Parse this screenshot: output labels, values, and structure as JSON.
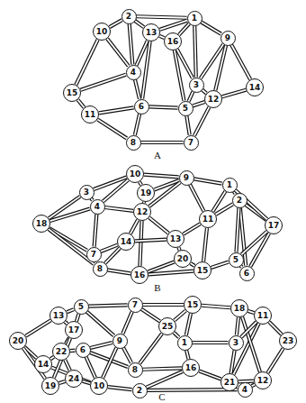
{
  "diagram": {
    "nodes": [
      {
        "text": [
          "1"
        ]
      },
      {
        "text": [
          "2"
        ]
      },
      {
        "text": [
          "3"
        ]
      },
      {
        "text": [
          "4"
        ]
      },
      {
        "text": [
          "5"
        ]
      },
      {
        "text": [
          "6"
        ]
      },
      {
        "text": [
          "7"
        ]
      },
      {
        "text": [
          "8"
        ]
      },
      {
        "text": [
          "9"
        ]
      },
      {
        "text": [
          "10"
        ]
      },
      {
        "text": [
          "11"
        ]
      },
      {
        "text": [
          "12"
        ]
      },
      {
        "text": [
          "13"
        ]
      },
      {
        "text": [
          "14"
        ]
      },
      {
        "text": [
          "15"
        ]
      },
      {
        "text": [
          "16"
        ]
      },
      {
        "text": [
          "1"
        ]
      },
      {
        "text": [
          "2"
        ]
      },
      {
        "text": [
          "3"
        ]
      },
      {
        "text": [
          "4"
        ]
      },
      {
        "text": [
          "5"
        ]
      },
      {
        "text": [
          "6"
        ]
      },
      {
        "text": [
          "7"
        ]
      },
      {
        "text": [
          "8"
        ]
      },
      {
        "text": [
          "9"
        ]
      },
      {
        "text": [
          "10"
        ]
      },
      {
        "text": [
          "11"
        ]
      },
      {
        "text": [
          "12"
        ]
      },
      {
        "text": [
          "13"
        ]
      },
      {
        "text": [
          "14"
        ]
      },
      {
        "text": [
          "15"
        ]
      },
      {
        "text": [
          "16"
        ]
      },
      {
        "text": [
          "17"
        ]
      },
      {
        "text": [
          "18"
        ]
      },
      {
        "text": [
          "19"
        ]
      },
      {
        "text": [
          "20"
        ]
      },
      {
        "text": [
          "1"
        ]
      },
      {
        "text": [
          "2"
        ]
      },
      {
        "text": [
          "3"
        ]
      },
      {
        "text": [
          "4"
        ]
      },
      {
        "text": [
          "5"
        ]
      },
      {
        "text": [
          "6"
        ]
      },
      {
        "text": [
          "7"
        ]
      },
      {
        "text": [
          "8"
        ]
      },
      {
        "text": [
          "9"
        ]
      },
      {
        "text": [
          "10"
        ]
      },
      {
        "text": [
          "11"
        ]
      },
      {
        "text": [
          "12"
        ]
      },
      {
        "text": [
          "13"
        ]
      },
      {
        "text": [
          "14"
        ]
      },
      {
        "text": [
          "15"
        ]
      },
      {
        "text": [
          "16"
        ]
      },
      {
        "text": [
          "17"
        ]
      },
      {
        "text": [
          "18"
        ]
      },
      {
        "text": [
          "19"
        ]
      },
      {
        "text": [
          "20"
        ]
      },
      {
        "text": [
          "21"
        ]
      },
      {
        "text": [
          "22"
        ]
      },
      {
        "text": [
          "23"
        ]
      },
      {
        "text": [
          "24"
        ]
      },
      {
        "text": [
          "25"
        ]
      }
    ],
    "edges": [
      {
        "from": 1,
        "to": 0,
        "arrow": "none"
      },
      {
        "from": 1,
        "to": 9,
        "arrow": "none"
      },
      {
        "from": 1,
        "to": 3,
        "arrow": "none"
      },
      {
        "from": 1,
        "to": 12,
        "arrow": "none"
      },
      {
        "from": 0,
        "to": 12,
        "arrow": "none"
      },
      {
        "from": 0,
        "to": 15,
        "arrow": "none"
      },
      {
        "from": 0,
        "to": 8,
        "arrow": "none"
      },
      {
        "from": 0,
        "to": 2,
        "arrow": "none"
      },
      {
        "from": 8,
        "to": 2,
        "arrow": "none"
      },
      {
        "from": 8,
        "to": 13,
        "arrow": "none"
      },
      {
        "from": 8,
        "to": 11,
        "arrow": "none"
      },
      {
        "from": 13,
        "to": 11,
        "arrow": "none"
      },
      {
        "from": 11,
        "to": 2,
        "arrow": "none"
      },
      {
        "from": 11,
        "to": 4,
        "arrow": "none"
      },
      {
        "from": 11,
        "to": 6,
        "arrow": "none"
      },
      {
        "from": 2,
        "to": 4,
        "arrow": "none"
      },
      {
        "from": 2,
        "to": 15,
        "arrow": "none"
      },
      {
        "from": 4,
        "to": 6,
        "arrow": "none"
      },
      {
        "from": 4,
        "to": 5,
        "arrow": "none"
      },
      {
        "from": 5,
        "to": 7,
        "arrow": "none"
      },
      {
        "from": 5,
        "to": 3,
        "arrow": "none"
      },
      {
        "from": 3,
        "to": 12,
        "arrow": "none"
      },
      {
        "from": 3,
        "to": 9,
        "arrow": "none"
      },
      {
        "from": 9,
        "to": 14,
        "arrow": "none"
      },
      {
        "from": 14,
        "to": 10,
        "arrow": "none"
      },
      {
        "from": 10,
        "to": 7,
        "arrow": "none"
      },
      {
        "from": 10,
        "to": 5,
        "arrow": "none"
      },
      {
        "from": 14,
        "to": 3,
        "arrow": "none"
      },
      {
        "from": 7,
        "to": 6,
        "arrow": "none"
      },
      {
        "from": 12,
        "to": 15,
        "arrow": "none"
      },
      {
        "from": 12,
        "to": 5,
        "arrow": "none"
      },
      {
        "from": 15,
        "to": 4,
        "arrow": "none"
      },
      {
        "from": 18,
        "to": 25,
        "arrow": "none"
      },
      {
        "from": 25,
        "to": 24,
        "arrow": "none"
      },
      {
        "from": 24,
        "to": 16,
        "arrow": "none"
      },
      {
        "from": 16,
        "to": 17,
        "arrow": "none"
      },
      {
        "from": 17,
        "to": 32,
        "arrow": "none"
      },
      {
        "from": 32,
        "to": 21,
        "arrow": "none"
      },
      {
        "from": 21,
        "to": 20,
        "arrow": "none"
      },
      {
        "from": 20,
        "to": 30,
        "arrow": "none"
      },
      {
        "from": 30,
        "to": 31,
        "arrow": "none"
      },
      {
        "from": 31,
        "to": 23,
        "arrow": "none"
      },
      {
        "from": 23,
        "to": 22,
        "arrow": "none"
      },
      {
        "from": 22,
        "to": 33,
        "arrow": "none"
      },
      {
        "from": 33,
        "to": 18,
        "arrow": "none"
      },
      {
        "from": 33,
        "to": 19,
        "arrow": "none"
      },
      {
        "from": 33,
        "to": 23,
        "arrow": "none"
      },
      {
        "from": 18,
        "to": 19,
        "arrow": "none"
      },
      {
        "from": 19,
        "to": 22,
        "arrow": "none"
      },
      {
        "from": 19,
        "to": 27,
        "arrow": "none"
      },
      {
        "from": 19,
        "to": 25,
        "arrow": "none"
      },
      {
        "from": 25,
        "to": 34,
        "arrow": "none"
      },
      {
        "from": 24,
        "to": 34,
        "arrow": "none"
      },
      {
        "from": 34,
        "to": 27,
        "arrow": "none"
      },
      {
        "from": 24,
        "to": 26,
        "arrow": "none"
      },
      {
        "from": 26,
        "to": 17,
        "arrow": "none"
      },
      {
        "from": 26,
        "to": 16,
        "arrow": "none"
      },
      {
        "from": 26,
        "to": 28,
        "arrow": "none"
      },
      {
        "from": 26,
        "to": 30,
        "arrow": "none"
      },
      {
        "from": 27,
        "to": 28,
        "arrow": "none"
      },
      {
        "from": 27,
        "to": 29,
        "arrow": "none"
      },
      {
        "from": 27,
        "to": 31,
        "arrow": "none"
      },
      {
        "from": 28,
        "to": 35,
        "arrow": "none"
      },
      {
        "from": 35,
        "to": 30,
        "arrow": "none"
      },
      {
        "from": 35,
        "to": 31,
        "arrow": "none"
      },
      {
        "from": 28,
        "to": 29,
        "arrow": "none"
      },
      {
        "from": 29,
        "to": 22,
        "arrow": "none"
      },
      {
        "from": 29,
        "to": 23,
        "arrow": "none"
      },
      {
        "from": 17,
        "to": 21,
        "arrow": "none"
      },
      {
        "from": 16,
        "to": 32,
        "arrow": "none"
      },
      {
        "from": 20,
        "to": 32,
        "arrow": "none"
      },
      {
        "from": 17,
        "to": 20,
        "arrow": "none"
      },
      {
        "from": 27,
        "to": 24,
        "arrow": "none"
      },
      {
        "from": 48,
        "to": 40,
        "arrow": "none"
      },
      {
        "from": 40,
        "to": 42,
        "arrow": "none"
      },
      {
        "from": 42,
        "to": 50,
        "arrow": "none"
      },
      {
        "from": 50,
        "to": 53,
        "arrow": "none"
      },
      {
        "from": 53,
        "to": 46,
        "arrow": "none"
      },
      {
        "from": 46,
        "to": 58,
        "arrow": "none"
      },
      {
        "from": 58,
        "to": 47,
        "arrow": "none"
      },
      {
        "from": 47,
        "to": 39,
        "arrow": "none"
      },
      {
        "from": 39,
        "to": 37,
        "arrow": "none"
      },
      {
        "from": 37,
        "to": 45,
        "arrow": "none"
      },
      {
        "from": 45,
        "to": 49,
        "arrow": "none"
      },
      {
        "from": 49,
        "to": 55,
        "arrow": "none"
      },
      {
        "from": 55,
        "to": 48,
        "arrow": "none"
      },
      {
        "from": 48,
        "to": 52,
        "arrow": "none"
      },
      {
        "from": 52,
        "to": 57,
        "arrow": "none"
      },
      {
        "from": 57,
        "to": 49,
        "arrow": "none"
      },
      {
        "from": 40,
        "to": 52,
        "arrow": "none"
      },
      {
        "from": 40,
        "to": 44,
        "arrow": "none"
      },
      {
        "from": 42,
        "to": 44,
        "arrow": "none"
      },
      {
        "from": 42,
        "to": 60,
        "arrow": "none"
      },
      {
        "from": 50,
        "to": 60,
        "arrow": "none"
      },
      {
        "from": 60,
        "to": 36,
        "arrow": "none"
      },
      {
        "from": 60,
        "to": 43,
        "arrow": "none"
      },
      {
        "from": 36,
        "to": 38,
        "arrow": "none"
      },
      {
        "from": 36,
        "to": 51,
        "arrow": "none"
      },
      {
        "from": 38,
        "to": 53,
        "arrow": "none"
      },
      {
        "from": 38,
        "to": 56,
        "arrow": "none"
      },
      {
        "from": 56,
        "to": 39,
        "arrow": "none"
      },
      {
        "from": 56,
        "to": 47,
        "arrow": "none"
      },
      {
        "from": 46,
        "to": 56,
        "arrow": "none"
      },
      {
        "from": 51,
        "to": 37,
        "arrow": "none"
      },
      {
        "from": 43,
        "to": 44,
        "arrow": "none"
      },
      {
        "from": 43,
        "to": 41,
        "arrow": "none"
      },
      {
        "from": 41,
        "to": 44,
        "arrow": "none"
      },
      {
        "from": 41,
        "to": 57,
        "arrow": "none"
      },
      {
        "from": 41,
        "to": 45,
        "arrow": "none"
      },
      {
        "from": 44,
        "to": 45,
        "arrow": "none"
      },
      {
        "from": 51,
        "to": 56,
        "arrow": "none"
      },
      {
        "from": 50,
        "to": 36,
        "arrow": "none"
      },
      {
        "from": 53,
        "to": 47,
        "arrow": "none"
      },
      {
        "from": 52,
        "to": 54,
        "arrow": "none"
      },
      {
        "from": 54,
        "to": 59,
        "arrow": "none"
      },
      {
        "from": 59,
        "to": 45,
        "arrow": "none"
      },
      {
        "from": 55,
        "to": 54,
        "arrow": "none"
      },
      {
        "from": 57,
        "to": 59,
        "arrow": "none"
      },
      {
        "from": 38,
        "to": 46,
        "arrow": "none"
      },
      {
        "from": 43,
        "to": 51,
        "arrow": "none"
      }
    ],
    "labels": [
      "A",
      "B",
      "C"
    ]
  }
}
